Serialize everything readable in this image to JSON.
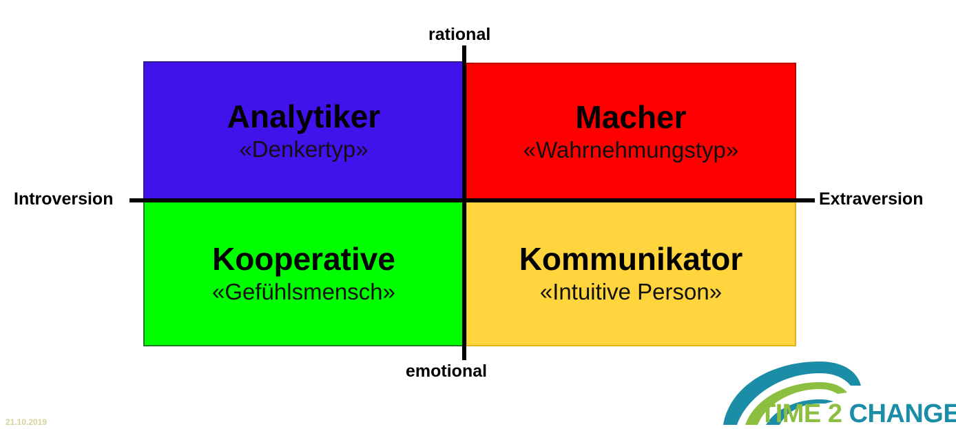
{
  "axes": {
    "top": "rational",
    "bottom": "emotional",
    "left": "Introversion",
    "right": "Extraversion"
  },
  "quadrants": {
    "top_left": {
      "title": "Analytiker",
      "subtitle": "«Denkertyp»",
      "color": "#4212ed"
    },
    "top_right": {
      "title": "Macher",
      "subtitle": "«Wahrnehmungstyp»",
      "color": "#ff0000"
    },
    "bottom_left": {
      "title": "Kooperative",
      "subtitle": "«Gefühlsmensch»",
      "color": "#00ff00"
    },
    "bottom_right": {
      "title": "Kommunikator",
      "subtitle": "«Intuitive Person»",
      "color": "#ffd43c"
    }
  },
  "logo": {
    "part1": "TIME 2 ",
    "part2": "CHANGE",
    "color_green": "#8cbf3f",
    "color_teal": "#1c8da6"
  },
  "footer": {
    "date": "21.10.2019"
  }
}
